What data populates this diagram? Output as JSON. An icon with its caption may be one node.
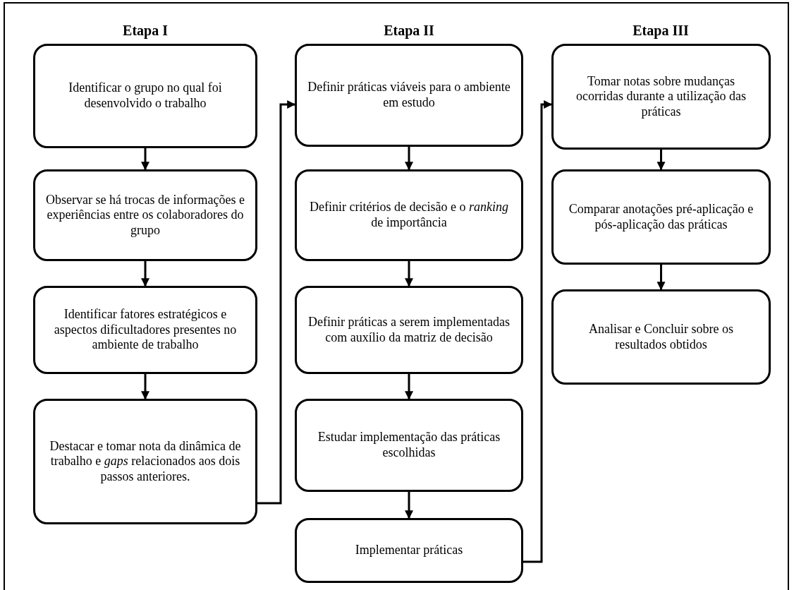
{
  "diagram": {
    "nodes": [
      {
        "text": [
          "Identificar o grupo no qual foi desenvolvido o trabalho"
        ]
      },
      {
        "text": [
          "Observar se há trocas de informações e experiências entre os colaboradores do grupo"
        ]
      },
      {
        "text": [
          "Identificar fatores estratégicos e aspectos dificultadores presentes no ambiente de trabalho"
        ]
      },
      {
        "text": [
          "Destacar e tomar nota da dinâmica de trabalho e *gaps* relacionados aos dois passos anteriores."
        ]
      },
      {
        "text": [
          "Definir práticas viáveis para o ambiente em estudo"
        ]
      },
      {
        "text": [
          "Definir critérios de decisão e o *ranking* de importância"
        ]
      },
      {
        "text": [
          "Definir práticas a serem implementadas com auxílio da matriz de decisão"
        ]
      },
      {
        "text": [
          "Estudar implementação das práticas escolhidas"
        ]
      },
      {
        "text": [
          "Implementar práticas"
        ]
      },
      {
        "text": [
          "Tomar notas sobre mudanças ocorridas durante a utilização das práticas"
        ]
      },
      {
        "text": [
          "Comparar anotações pré-aplicação e pós-aplicação das práticas"
        ]
      },
      {
        "text": [
          "Analisar e Concluir sobre os resultados obtidos"
        ]
      }
    ],
    "edges": [
      {
        "from": 0,
        "to": 1,
        "arrow": "to"
      },
      {
        "from": 1,
        "to": 2,
        "arrow": "to"
      },
      {
        "from": 2,
        "to": 3,
        "arrow": "to"
      },
      {
        "from": 3,
        "to": 4,
        "arrow": "to"
      },
      {
        "from": 4,
        "to": 5,
        "arrow": "to"
      },
      {
        "from": 5,
        "to": 6,
        "arrow": "to"
      },
      {
        "from": 6,
        "to": 7,
        "arrow": "to"
      },
      {
        "from": 7,
        "to": 8,
        "arrow": "to"
      },
      {
        "from": 8,
        "to": 9,
        "arrow": "to"
      },
      {
        "from": 9,
        "to": 10,
        "arrow": "to"
      },
      {
        "from": 10,
        "to": 11,
        "arrow": "to"
      }
    ],
    "labels": [
      "Etapa I",
      "Etapa II",
      "Etapa III"
    ]
  }
}
